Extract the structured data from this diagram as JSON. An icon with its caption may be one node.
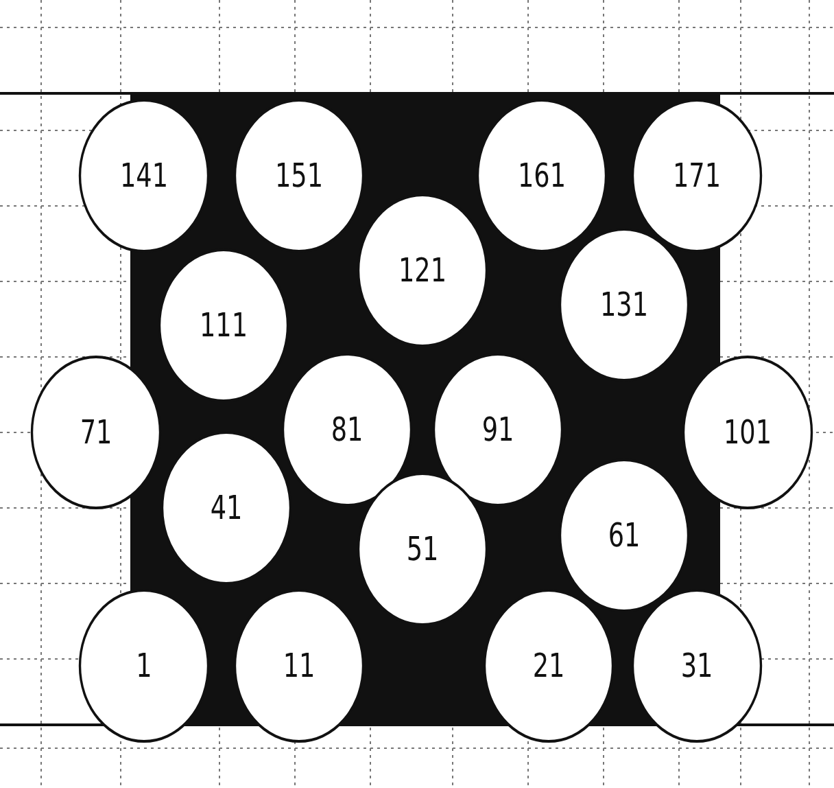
{
  "diagram": {
    "nodes": [
      {
        "text": [
          "141"
        ]
      },
      {
        "text": [
          "151"
        ]
      },
      {
        "text": [
          "161"
        ]
      },
      {
        "text": [
          "171"
        ]
      },
      {
        "text": [
          "121"
        ]
      },
      {
        "text": [
          "131"
        ]
      },
      {
        "text": [
          "111"
        ]
      },
      {
        "text": [
          "71"
        ]
      },
      {
        "text": [
          "81"
        ]
      },
      {
        "text": [
          "91"
        ]
      },
      {
        "text": [
          "101"
        ]
      },
      {
        "text": [
          "41"
        ]
      },
      {
        "text": [
          "61"
        ]
      },
      {
        "text": [
          "51"
        ]
      },
      {
        "text": [
          "1"
        ]
      },
      {
        "text": [
          "11"
        ]
      },
      {
        "text": [
          "21"
        ]
      },
      {
        "text": [
          "31"
        ]
      }
    ]
  }
}
